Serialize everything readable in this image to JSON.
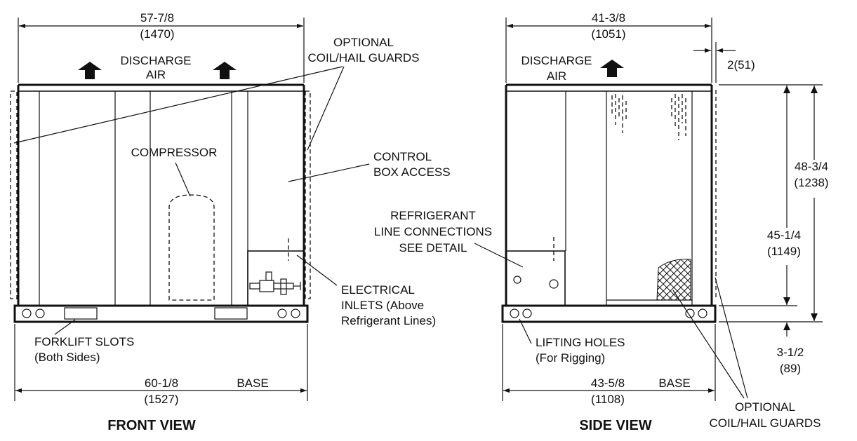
{
  "front_view": {
    "title": "FRONT VIEW",
    "width_in": "57-7/8",
    "width_mm": "(1470)",
    "base_in": "60-1/8",
    "base_mm": "(1527)",
    "base_label": "BASE",
    "discharge_line1": "DISCHARGE",
    "discharge_line2": "AIR",
    "guards_line1": "OPTIONAL",
    "guards_line2": "COIL/HAIL GUARDS",
    "compressor": "COMPRESSOR",
    "control_line1": "CONTROL",
    "control_line2": "BOX ACCESS",
    "electrical_line1": "ELECTRICAL",
    "electrical_line2": "INLETS (Above",
    "electrical_line3": "Refrigerant Lines)",
    "forklift_line1": "FORKLIFT SLOTS",
    "forklift_line2": "(Both Sides)"
  },
  "side_view": {
    "title": "SIDE VIEW",
    "width_in": "41-3/8",
    "width_mm": "(1051)",
    "guard_offset": "2(51)",
    "height_total_in": "48-3/4",
    "height_total_mm": "(1238)",
    "height_body_in": "45-1/4",
    "height_body_mm": "(1149)",
    "base_height_in": "3-1/2",
    "base_height_mm": "(89)",
    "base_in": "43-5/8",
    "base_mm": "(1108)",
    "base_label": "BASE",
    "discharge_line1": "DISCHARGE",
    "discharge_line2": "AIR",
    "refrigerant_line1": "REFRIGERANT",
    "refrigerant_line2": "LINE CONNECTIONS",
    "refrigerant_line3": "SEE DETAIL",
    "lifting_line1": "LIFTING HOLES",
    "lifting_line2": "(For Rigging)",
    "guards_line1": "OPTIONAL",
    "guards_line2": "COIL/HAIL GUARDS"
  },
  "icons": {
    "arrow": "up-arrow-icon"
  }
}
